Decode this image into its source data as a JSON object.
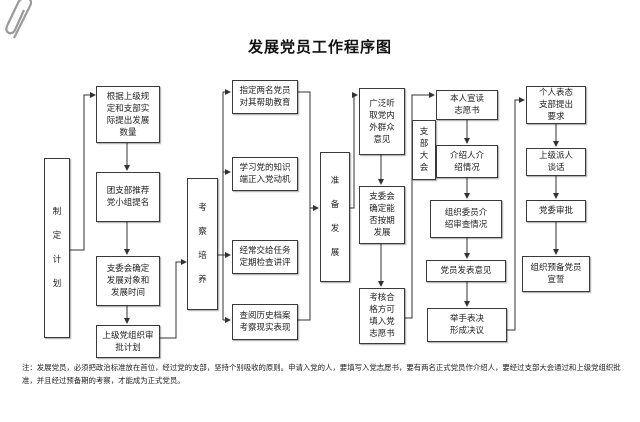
{
  "title": "发展党员工作程序图",
  "nodes": {
    "plan": "制\n\n定\n\n计\n\n划",
    "c1_1": "根据上级规\n定和支部实\n际提出发展\n数量",
    "c1_2": "团支部推荐\n党小组提名",
    "c1_3": "支委会确定\n发展对象和\n发展时间",
    "c1_4": "上级党组织审\n批计划",
    "inspect": "考\n\n察\n\n培\n\n养",
    "c2_1": "指定两名党员\n对其帮助教育",
    "c2_2": "学习党的知识\n端正入党动机",
    "c2_3": "经常交给任务\n定期检查讲评",
    "c2_4": "查阅历史档案\n考察现实表现",
    "prepare": "准\n\n备\n\n发\n\n展",
    "c3_1": "广泛听\n取党内\n外群众\n意见",
    "c3_2": "支委会\n确定能\n否按期\n发展",
    "c3_3": "考核合\n格方可\n填入党\n志愿书",
    "branch": "支\n部\n大\n会",
    "c4_1": "本人宣读\n志愿书",
    "c4_2": "介绍人介\n绍情况",
    "c4_3": "组织委员介\n绍审查情况",
    "c4_4": "党员发表意见",
    "c4_5": "举手表决\n形成决议",
    "c5_1": "个人表态\n支部提出\n要求",
    "c5_2": "上级派人\n谈话",
    "c5_3": "党委审批",
    "c5_4": "组织预备党员\n宣誓"
  },
  "note": "注：发展党员，必须把政治标准放在首位，经过党的支部，坚持个别吸收的原则。申请入党的人，要填写入党志愿书，要有两名正式党员作介绍人，要经过支部大会通过和上级党组织批准，并且经过预备期的考察，才能成为正式党员。"
}
